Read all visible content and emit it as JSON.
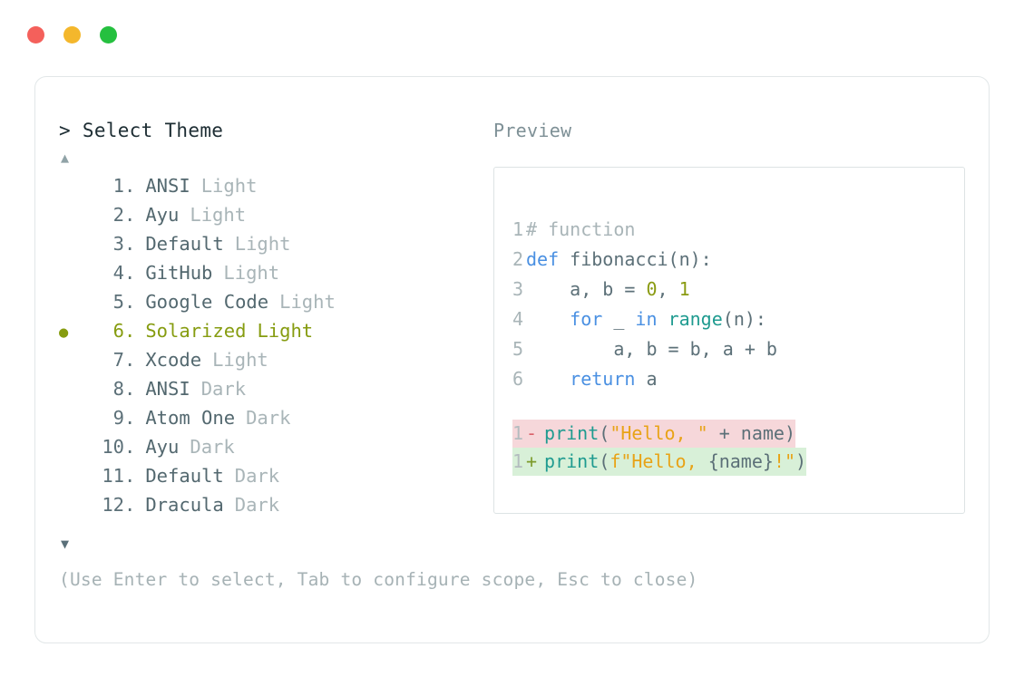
{
  "window": {
    "controls": [
      {
        "name": "close",
        "color": "#f4605b"
      },
      {
        "name": "minimize",
        "color": "#f4b72c"
      },
      {
        "name": "maximize",
        "color": "#25c03f"
      }
    ]
  },
  "picker": {
    "prompt": "> Select Theme",
    "scroll_up_icon": "▲",
    "scroll_down_icon": "▼",
    "selected_bullet": "●",
    "selected_index": 6,
    "accent_color": "#869c10",
    "separator": ".",
    "items": [
      {
        "num": "1",
        "name": "ANSI",
        "variant": "Light",
        "selected": false
      },
      {
        "num": "2",
        "name": "Ayu",
        "variant": "Light",
        "selected": false
      },
      {
        "num": "3",
        "name": "Default",
        "variant": "Light",
        "selected": false
      },
      {
        "num": "4",
        "name": "GitHub",
        "variant": "Light",
        "selected": false
      },
      {
        "num": "5",
        "name": "Google Code",
        "variant": "Light",
        "selected": false
      },
      {
        "num": "6",
        "name": "Solarized",
        "variant": "Light",
        "selected": true
      },
      {
        "num": "7",
        "name": "Xcode",
        "variant": "Light",
        "selected": false
      },
      {
        "num": "8",
        "name": "ANSI",
        "variant": "Dark",
        "selected": false
      },
      {
        "num": "9",
        "name": "Atom One",
        "variant": "Dark",
        "selected": false
      },
      {
        "num": "10",
        "name": "Ayu",
        "variant": "Dark",
        "selected": false
      },
      {
        "num": "11",
        "name": "Default",
        "variant": "Dark",
        "selected": false
      },
      {
        "num": "12",
        "name": "Dracula",
        "variant": "Dark",
        "selected": false
      }
    ],
    "hint": "(Use Enter to select, Tab to configure scope, Esc to close)"
  },
  "preview": {
    "title": "Preview",
    "code_lines": [
      {
        "ln": "1",
        "tokens": [
          {
            "t": "# function",
            "c": "comment"
          }
        ]
      },
      {
        "ln": "2",
        "tokens": [
          {
            "t": "def",
            "c": "kw"
          },
          {
            "t": " fibonacci(n):",
            "c": "plain"
          }
        ]
      },
      {
        "ln": "3",
        "tokens": [
          {
            "t": "    a, b = ",
            "c": "plain"
          },
          {
            "t": "0",
            "c": "num"
          },
          {
            "t": ", ",
            "c": "plain"
          },
          {
            "t": "1",
            "c": "num"
          }
        ]
      },
      {
        "ln": "4",
        "tokens": [
          {
            "t": "    ",
            "c": "plain"
          },
          {
            "t": "for",
            "c": "kw"
          },
          {
            "t": " _ ",
            "c": "plain"
          },
          {
            "t": "in",
            "c": "kw"
          },
          {
            "t": " ",
            "c": "plain"
          },
          {
            "t": "range",
            "c": "fn"
          },
          {
            "t": "(n):",
            "c": "plain"
          }
        ]
      },
      {
        "ln": "5",
        "tokens": [
          {
            "t": "        a, b = b, a + b",
            "c": "plain"
          }
        ]
      },
      {
        "ln": "6",
        "tokens": [
          {
            "t": "    ",
            "c": "plain"
          },
          {
            "t": "return",
            "c": "kw"
          },
          {
            "t": " a",
            "c": "plain"
          }
        ]
      }
    ],
    "diff_lines": [
      {
        "ln": "1",
        "kind": "del",
        "sign": "-",
        "bg": "#f6d7da",
        "tokens": [
          {
            "t": "print",
            "c": "fn"
          },
          {
            "t": "(",
            "c": "plain"
          },
          {
            "t": "\"Hello, \"",
            "c": "str"
          },
          {
            "t": " + name)",
            "c": "plain"
          }
        ]
      },
      {
        "ln": "1",
        "kind": "add",
        "sign": "+",
        "bg": "#d8f0d8",
        "tokens": [
          {
            "t": "print",
            "c": "fn"
          },
          {
            "t": "(",
            "c": "plain"
          },
          {
            "t": "f\"Hello, ",
            "c": "str"
          },
          {
            "t": "{name}",
            "c": "plain"
          },
          {
            "t": "!\"",
            "c": "str"
          },
          {
            "t": ")",
            "c": "plain"
          }
        ]
      }
    ]
  }
}
